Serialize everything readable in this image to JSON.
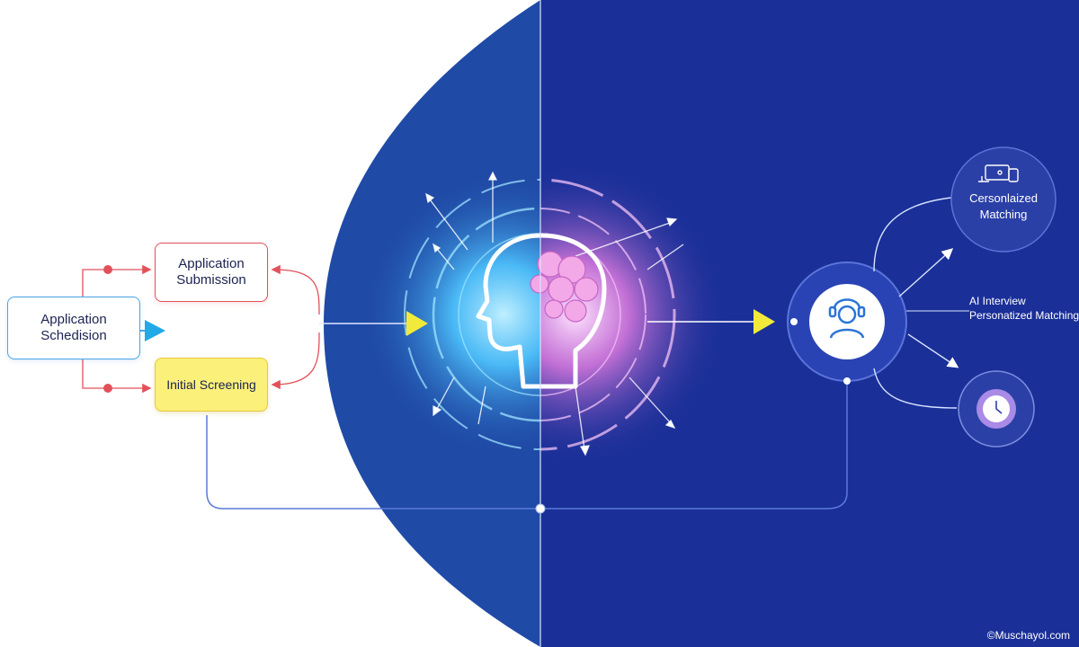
{
  "left_flow": {
    "application_schedision": [
      "Application",
      "Schedision"
    ],
    "application_submission": [
      "Application",
      "Submission"
    ],
    "initial_screening": "Initial Screening"
  },
  "right_flow": {
    "personalized_circle": [
      "Cersonlaized",
      "Matching"
    ],
    "ai_interview_label": [
      "AI Interview",
      "Personatized Matching"
    ]
  },
  "watermark": "©Muschayol.com",
  "colors": {
    "left_panel": "#1f4aa6",
    "right_panel": "#1a2f98",
    "flow_arrow": "#f2ea3a",
    "red_connector": "#e2515a",
    "blue_connector": "#4aa6e8",
    "glow_left": "#4fc6ff",
    "glow_right": "#e07be0"
  },
  "icons": [
    "brain-head-icon",
    "user-icon",
    "clock-icon",
    "devices-icon"
  ]
}
